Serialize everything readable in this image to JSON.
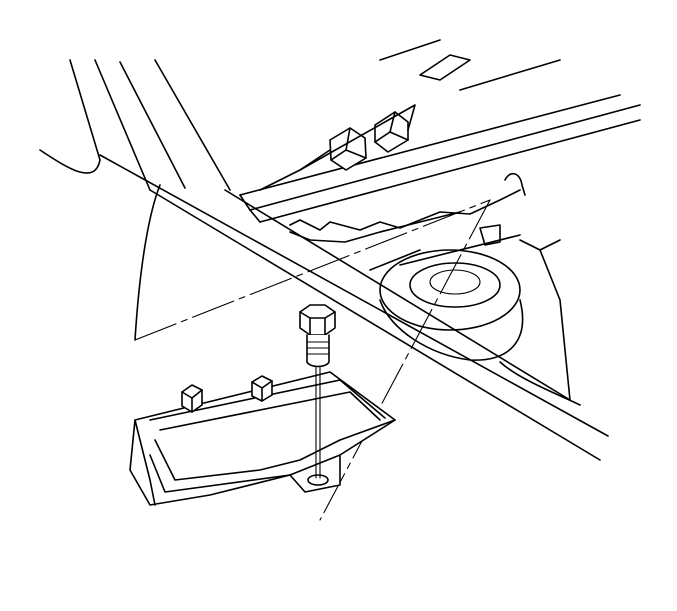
{
  "diagram": {
    "kind": "exploded-view-line-drawing",
    "components": [
      {
        "name": "body-panel-structure",
        "icon": "vehicle-body-outline"
      },
      {
        "name": "mounting-bracket",
        "icon": "bracket"
      },
      {
        "name": "fastener-bolt",
        "icon": "hex-head-bolt"
      }
    ],
    "colors": {
      "stroke": "#000000",
      "background": "#ffffff"
    }
  }
}
